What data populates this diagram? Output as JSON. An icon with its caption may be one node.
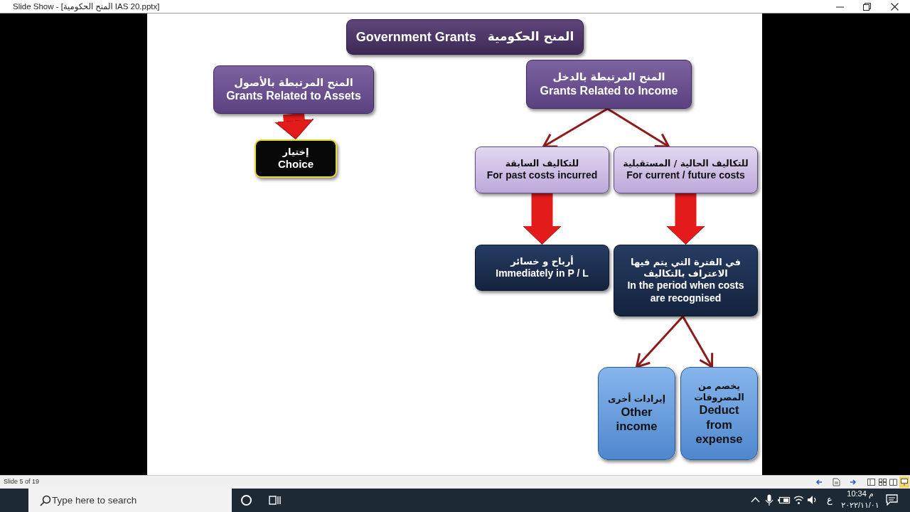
{
  "diagram": {
    "nodes": [
      {
        "text": [
          "المنح الحكومية",
          "Government Grants"
        ]
      },
      {
        "text": [
          "المنح المرتبطة بالأصول",
          "Grants Related to Assets"
        ]
      },
      {
        "text": [
          "إختيار",
          "Choice"
        ]
      },
      {
        "text": [
          "المنح المرتبطة بالدخل",
          "Grants Related to Income"
        ]
      },
      {
        "text": [
          "للتكاليف السابقة",
          "For past costs incurred"
        ]
      },
      {
        "text": [
          "للتكاليف الحالية / المستقبلية",
          "For current / future costs"
        ]
      },
      {
        "text": [
          "أرباح و خسائر",
          "Immediately in P / L"
        ]
      },
      {
        "text": [
          "في الفترة التي يتم فيها الاعتراف بالتكاليف",
          "In the period when costs are recognised"
        ]
      },
      {
        "text": [
          "إيرادات أخرى",
          "Other income"
        ]
      },
      {
        "text": [
          "يخصم من المصروفات",
          "Deduct from expense"
        ]
      }
    ],
    "edges": [
      {
        "from": 1,
        "to": 2,
        "arrow": "to",
        "style": "thick",
        "color": "#e31b1b"
      },
      {
        "from": 3,
        "to": 4,
        "arrow": "to"
      },
      {
        "from": 3,
        "to": 5,
        "arrow": "to"
      },
      {
        "from": 4,
        "to": 6,
        "arrow": "to",
        "style": "thick",
        "color": "#e31b1b"
      },
      {
        "from": 5,
        "to": 7,
        "arrow": "to",
        "style": "thick",
        "color": "#e31b1b"
      },
      {
        "from": 7,
        "to": 8,
        "arrow": "to"
      },
      {
        "from": 7,
        "to": 9,
        "arrow": "to"
      }
    ],
    "labels": [
      "Slide Show - [المنح الحكومية IAS 20.pptx]",
      "Slide 5 of 19",
      "Type here to search",
      "ع",
      "10:34 م",
      "٢٠٢٢/١١/٠١"
    ]
  }
}
